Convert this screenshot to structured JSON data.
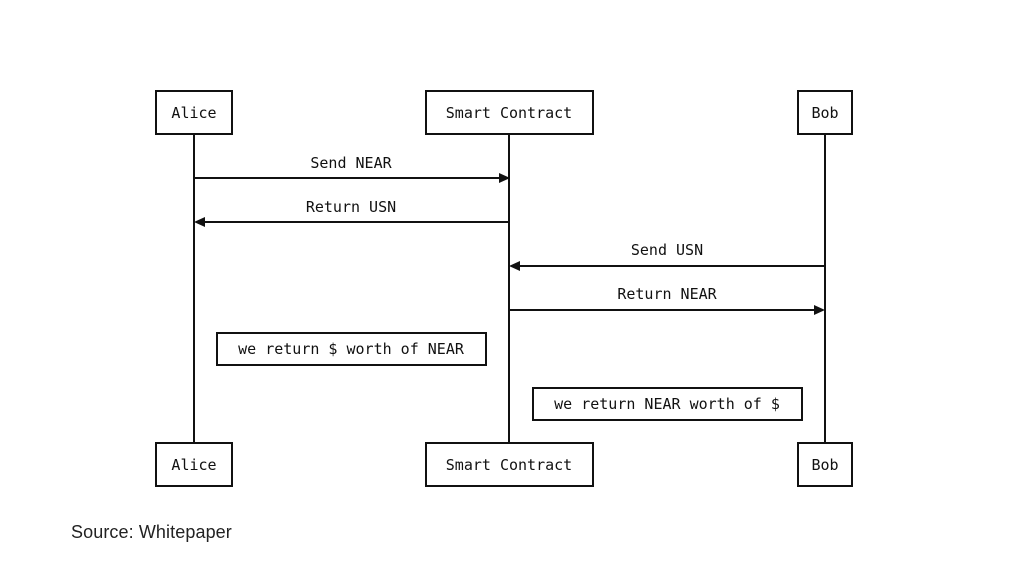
{
  "diagram": {
    "participants": {
      "alice": "Alice",
      "contract": "Smart Contract",
      "bob": "Bob"
    },
    "messages": [
      {
        "label": "Send NEAR",
        "from": "alice",
        "to": "contract"
      },
      {
        "label": "Return USN",
        "from": "contract",
        "to": "alice"
      },
      {
        "label": "Send USN",
        "from": "bob",
        "to": "contract"
      },
      {
        "label": "Return NEAR",
        "from": "contract",
        "to": "bob"
      }
    ],
    "notes": {
      "alice_note": "we return $ worth of NEAR",
      "bob_note": "we return NEAR worth of $"
    },
    "colors": {
      "ink": "#111111",
      "background": "#ffffff"
    }
  },
  "caption": "Source: Whitepaper"
}
